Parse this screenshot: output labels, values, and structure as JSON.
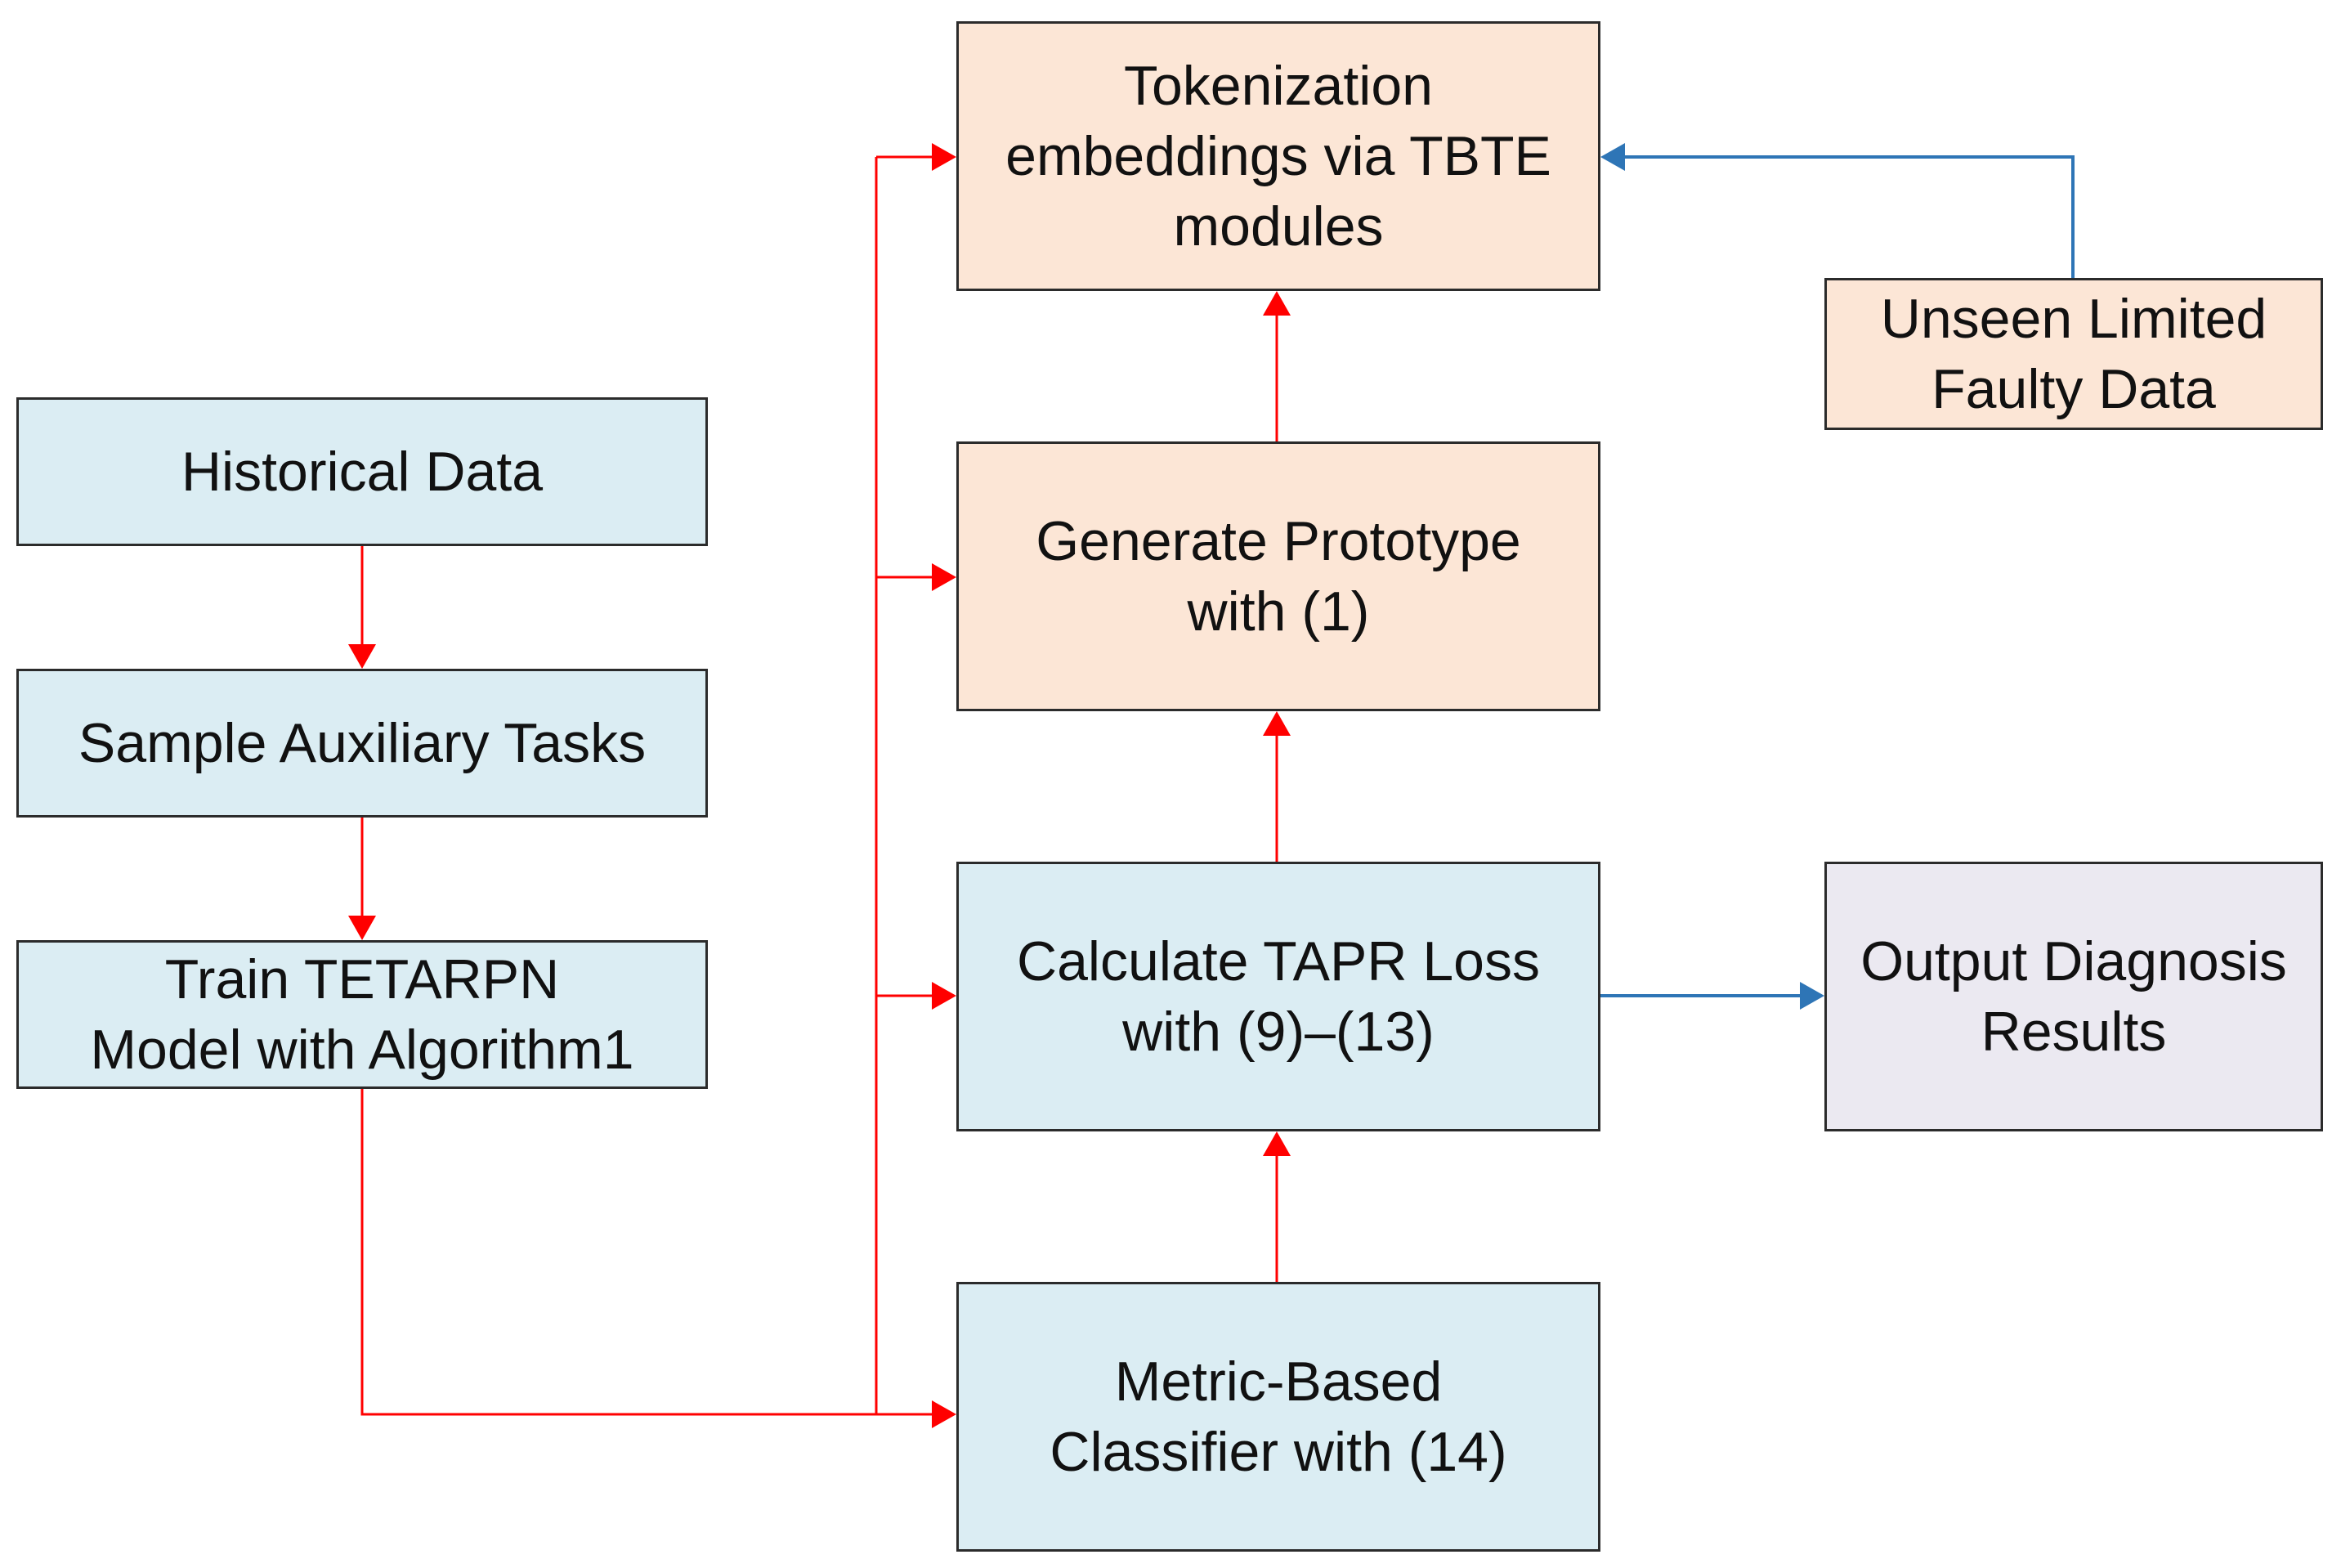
{
  "colors": {
    "blue_fill": "#dbedf3",
    "orange_fill": "#fce6d6",
    "lavender_fill": "#ebe9f1",
    "red_arrow": "#ff0000",
    "blue_arrow": "#2e75b6",
    "border": "#2b2b2b"
  },
  "nodes": {
    "historical_data": {
      "label": "Historical Data"
    },
    "sample_tasks": {
      "label": "Sample Auxiliary Tasks"
    },
    "train_model": {
      "line1": "Train TETARPN",
      "line2": "Model with Algorithm1"
    },
    "tokenization": {
      "line1": "Tokenization",
      "line2": "embeddings via TBTE",
      "line3": "modules"
    },
    "unseen_data": {
      "line1": "Unseen Limited",
      "line2": "Faulty Data"
    },
    "prototype": {
      "line1": "Generate Prototype",
      "line2": "with (1)"
    },
    "tapr_loss": {
      "line1": "Calculate TAPR Loss",
      "line2": "with (9)–(13)"
    },
    "output": {
      "line1": "Output Diagnosis",
      "line2": "Results"
    },
    "classifier": {
      "line1": "Metric-Based",
      "line2": "Classifier with (14)"
    }
  }
}
